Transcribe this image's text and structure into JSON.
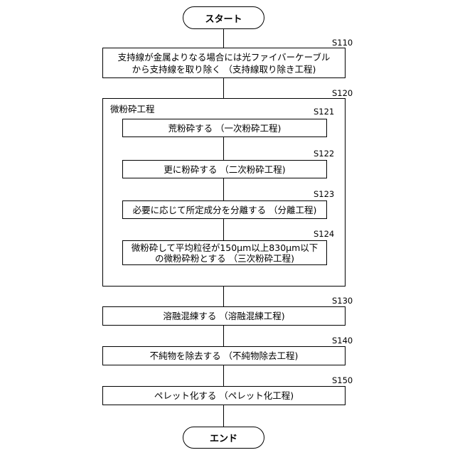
{
  "flowchart": {
    "start": "スタート",
    "end": "エンド",
    "s110": {
      "step": "S110",
      "line1": "支持線が金属よりなる場合には光ファイバーケーブル",
      "line2": "から支持線を取り除く （支持線取り除き工程)"
    },
    "s120": {
      "step": "S120",
      "title": "微粉砕工程",
      "s121": {
        "step": "S121",
        "text": "荒粉砕する （一次粉砕工程)"
      },
      "s122": {
        "step": "S122",
        "text": "更に粉砕する （二次粉砕工程)"
      },
      "s123": {
        "step": "S123",
        "text": "必要に応じて所定成分を分離する （分離工程)"
      },
      "s124": {
        "step": "S124",
        "line1": "微粉砕して平均粒径が150μm以上830μm以下",
        "line2": "の微粉砕粉とする （三次粉砕工程)"
      }
    },
    "s130": {
      "step": "S130",
      "text": "溶融混練する （溶融混練工程)"
    },
    "s140": {
      "step": "S140",
      "text": "不純物を除去する （不純物除去工程)"
    },
    "s150": {
      "step": "S150",
      "text": "ペレット化する （ペレット化工程)"
    }
  }
}
